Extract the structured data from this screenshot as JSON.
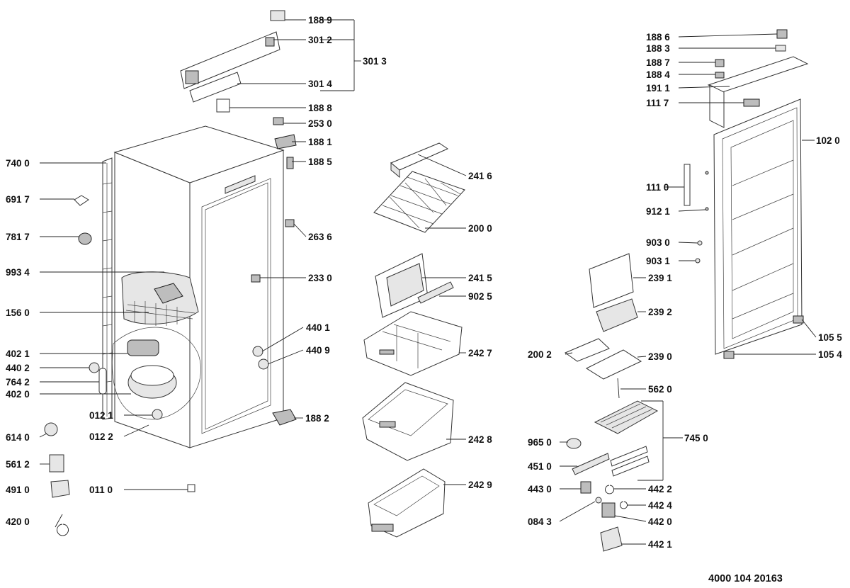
{
  "document_code": "4000 104 20163",
  "labels": {
    "l1889": "188 9",
    "l3012": "301 2",
    "l3013": "301 3",
    "l3014": "301 4",
    "l1888": "188 8",
    "l2530": "253 0",
    "l1881": "188 1",
    "l1885": "188 5",
    "l7400": "740 0",
    "l6917": "691 7",
    "l7817": "781 7",
    "l2636": "263 6",
    "l9934": "993 4",
    "l2330": "233 0",
    "l1560": "156 0",
    "l4401": "440 1",
    "l4409": "440 9",
    "l4021": "402 1",
    "l4402": "440 2",
    "l7642": "764 2",
    "l4020": "402 0",
    "l0121": "012 1",
    "l0122": "012 2",
    "l1882": "188 2",
    "l6140": "614 0",
    "l5612": "561 2",
    "l4910": "491 0",
    "l0110": "011 0",
    "l4200": "420 0",
    "l2416": "241 6",
    "l2000": "200 0",
    "l2415": "241 5",
    "l9025": "902 5",
    "l2427": "242 7",
    "l2428": "242 8",
    "l2429": "242 9",
    "l1886": "188 6",
    "l1883": "188 3",
    "l1887": "188 7",
    "l1884": "188 4",
    "l1911": "191 1",
    "l1117": "111 7",
    "l1020": "102 0",
    "l1110": "111 0",
    "l9121": "912 1",
    "l9030": "903 0",
    "l9031": "903 1",
    "l2391": "239 1",
    "l2392": "239 2",
    "l1055": "105 5",
    "l1054": "105 4",
    "l2002": "200 2",
    "l2390": "239 0",
    "l5620": "562 0",
    "l7450": "745 0",
    "l9650": "965 0",
    "l4510": "451 0",
    "l4430": "443 0",
    "l4422": "442 2",
    "l4424": "442 4",
    "l0843": "084 3",
    "l4420": "442 0",
    "l4421": "442 1"
  }
}
